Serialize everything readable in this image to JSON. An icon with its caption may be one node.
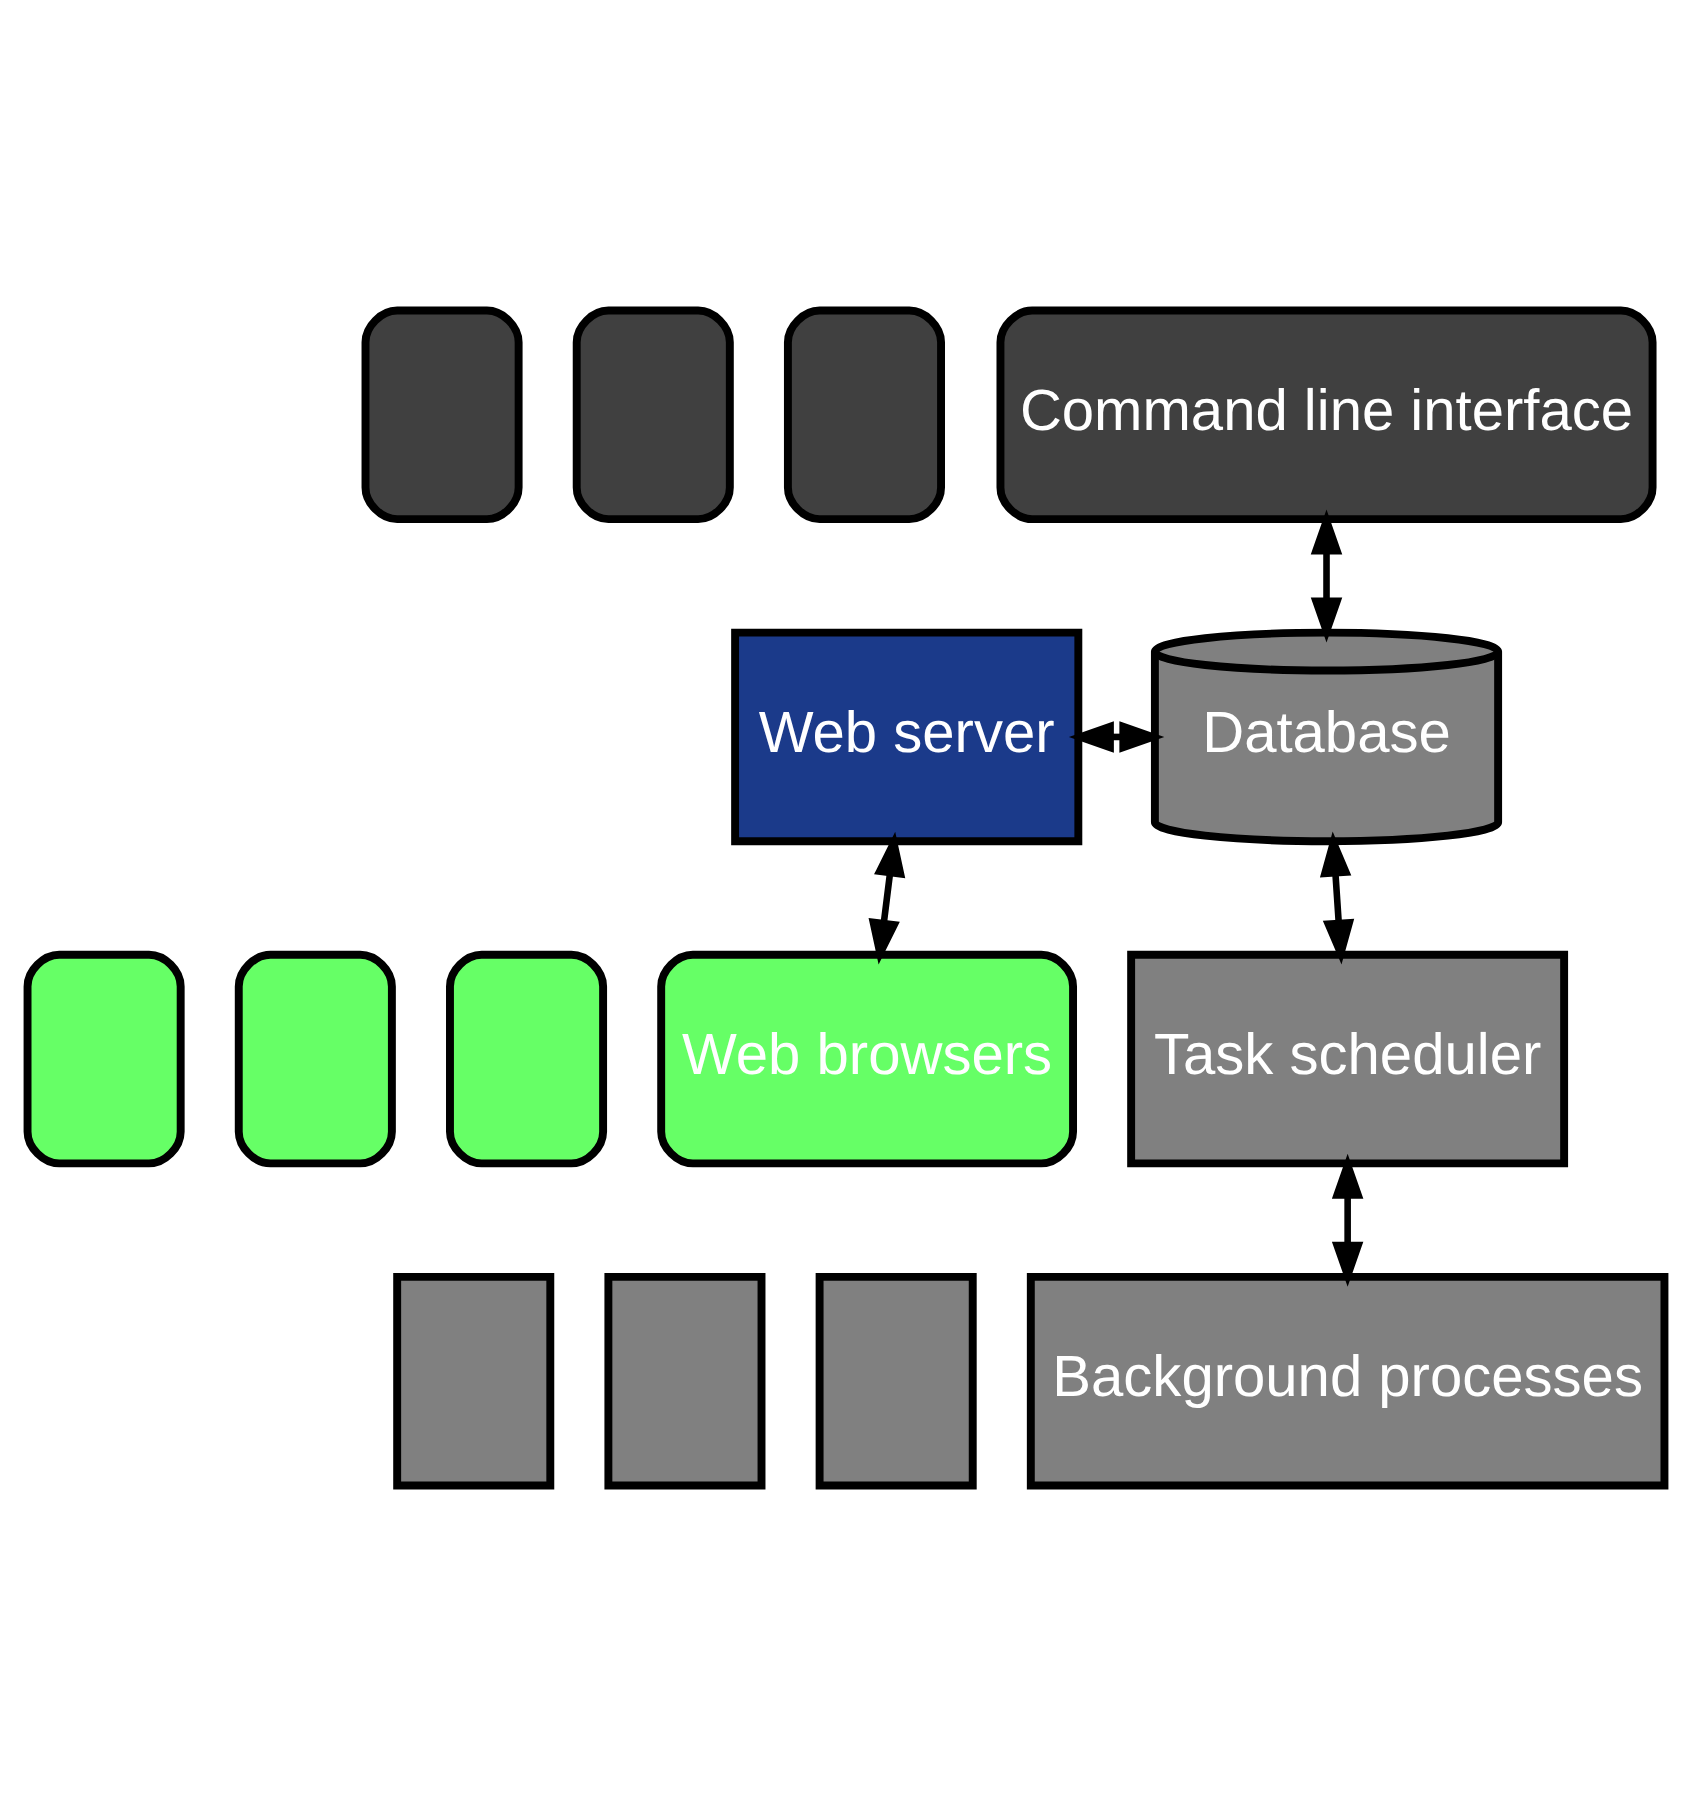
{
  "diagram": {
    "nodes": [
      {
        "text": [
          "Web server"
        ]
      },
      {
        "text": [
          "Database"
        ]
      },
      {
        "text": [],
        "shape": "box"
      },
      {
        "text": [],
        "shape": "box"
      },
      {
        "text": [],
        "shape": "box"
      },
      {
        "text": [
          "Web browsers"
        ]
      },
      {
        "text": [
          "Task scheduler"
        ]
      },
      {
        "text": [],
        "shape": "box"
      },
      {
        "text": [],
        "shape": "box"
      },
      {
        "text": [],
        "shape": "box"
      },
      {
        "text": [
          "Command line interface"
        ]
      },
      {
        "text": [],
        "shape": "box"
      },
      {
        "text": [],
        "shape": "box"
      },
      {
        "text": [],
        "shape": "box"
      },
      {
        "text": [
          "Background processes"
        ]
      }
    ],
    "edges": [
      {
        "from": 0,
        "to": 1,
        "arrow": "both"
      },
      {
        "from": 0,
        "to": 5,
        "arrow": "both"
      },
      {
        "from": 10,
        "to": 1,
        "arrow": "both"
      },
      {
        "from": 1,
        "to": 6,
        "arrow": "both"
      },
      {
        "from": 6,
        "to": 14,
        "arrow": "both"
      }
    ]
  }
}
